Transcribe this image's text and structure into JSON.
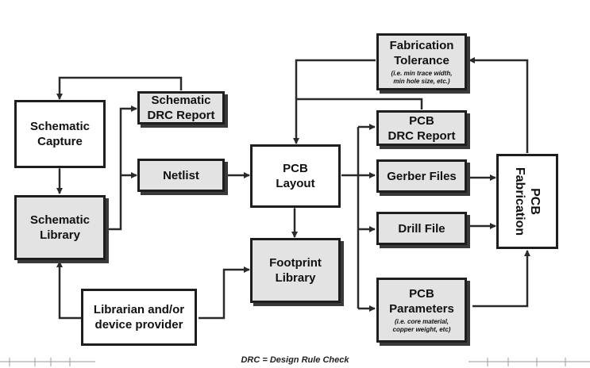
{
  "nodes": {
    "schematic_capture": {
      "label": "Schematic\nCapture"
    },
    "schematic_library": {
      "label": "Schematic\nLibrary"
    },
    "librarian": {
      "label": "Librarian and/or\ndevice provider"
    },
    "schematic_drc": {
      "label": "Schematic\nDRC Report"
    },
    "netlist": {
      "label": "Netlist"
    },
    "pcb_layout": {
      "label": "PCB\nLayout"
    },
    "footprint_library": {
      "label": "Footprint\nLibrary"
    },
    "fab_tolerance": {
      "label": "Fabrication\nTolerance",
      "note": "(i.e. min trace width,\nmin hole size, etc.)"
    },
    "pcb_drc": {
      "label": "PCB\nDRC Report"
    },
    "gerber": {
      "label": "Gerber Files"
    },
    "drill": {
      "label": "Drill File"
    },
    "pcb_params": {
      "label": "PCB\nParameters",
      "note": "(i.e. core material,\ncopper weight, etc)"
    },
    "pcb_fab": {
      "label": "PCB\nFabrication"
    }
  },
  "footer": "DRC = Design Rule Check",
  "colors": {
    "line": "#2a2a2a",
    "box_fill": "#e3e3e3",
    "shadow": "#3a3a3a"
  }
}
